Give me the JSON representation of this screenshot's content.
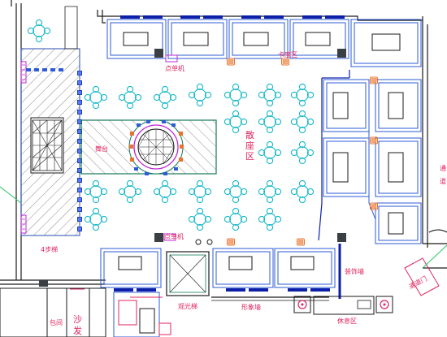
{
  "labels": {
    "stage": "舞台",
    "sanzuo_1": "散",
    "sanzuo_2": "座",
    "sanzuo_3": "区",
    "kazuo": "卡座区",
    "dandan_top": "点单机",
    "dandan_mid": "点单机",
    "stairs": "4步梯",
    "sightseeing_lift": "观光梯",
    "decor_wall": "装饰墙",
    "image_wall": "形象墙",
    "rest_area": "休息区",
    "access_door": "通道门",
    "side_tong": "通",
    "side_dao": "道",
    "bottom_left_a": "包间",
    "bottom_left_b": "沙",
    "bottom_left_c": "发"
  },
  "colors": {
    "walls": "#1a1a1a",
    "furniture": "#2d5bd8",
    "tables": "#14b8c8",
    "stage_frame": "#157a5c",
    "hatch": "#8a8a8a",
    "dark_blue": "#0c1fa8",
    "orange": "#e8732e",
    "pink": "#e0245e",
    "magenta": "#c026d3",
    "green": "#22c55e"
  }
}
